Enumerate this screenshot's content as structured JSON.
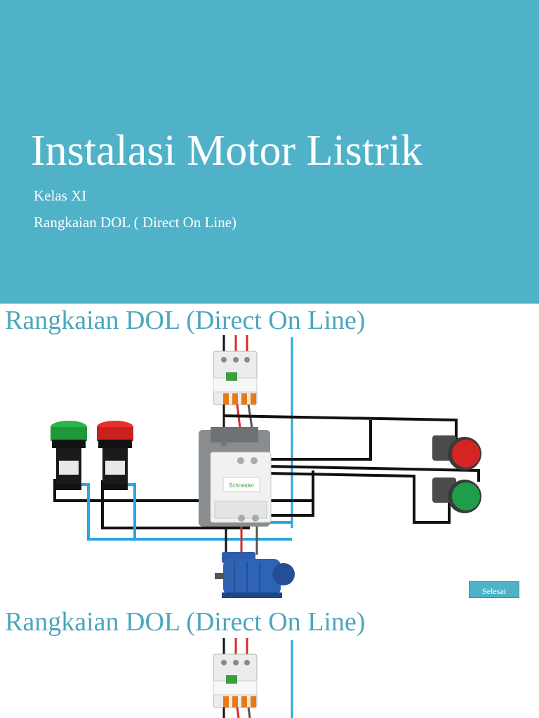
{
  "slide1": {
    "title": "Instalasi Motor Listrik",
    "subtitle1": "Kelas XI",
    "subtitle2": "Rangkaian DOL ( Direct On Line)",
    "background_color": "#4fb2c8"
  },
  "slide2": {
    "title": "Rangkaian DOL (Direct On Line)",
    "button_label": "Selesai",
    "components": [
      "mcb-breaker",
      "contactor",
      "pilot-lamp-green",
      "pilot-lamp-red",
      "push-button-red",
      "push-button-green",
      "three-phase-motor"
    ]
  },
  "slide3": {
    "title": "Rangkaian DOL (Direct On Line)",
    "components": [
      "mcb-breaker"
    ]
  },
  "colors": {
    "wire_control": "#111111",
    "wire_neutral": "#2aa6df",
    "wire_phase": "#d62b2b",
    "title_accent": "#4ba7bd"
  }
}
